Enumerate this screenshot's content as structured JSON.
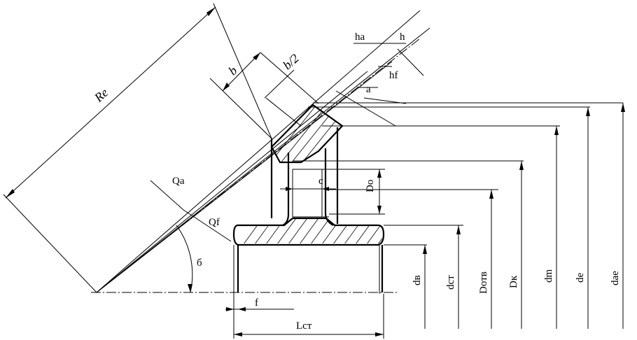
{
  "labels": {
    "Re": "Re",
    "b": "b",
    "b_half": "b/2",
    "ha": "ha",
    "h": "h",
    "hf": "hf",
    "a": "a",
    "Qa": "Qa",
    "Qf": "Qf",
    "delta": "б",
    "c": "c",
    "Do": "Do",
    "f": "f",
    "Lst": "Lст",
    "dv": "dв",
    "dst": "dст",
    "Dotv": "Dотв",
    "Dk": "Dк",
    "dm": "dm",
    "de": "de",
    "dae": "dae"
  },
  "colors": {
    "ink": "#000000",
    "background": "#ffffff"
  }
}
